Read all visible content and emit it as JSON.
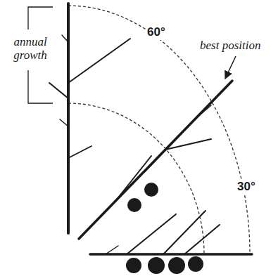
{
  "diagram": {
    "labels": [
      "annual growth",
      "60°",
      "best position",
      "30°"
    ]
  }
}
